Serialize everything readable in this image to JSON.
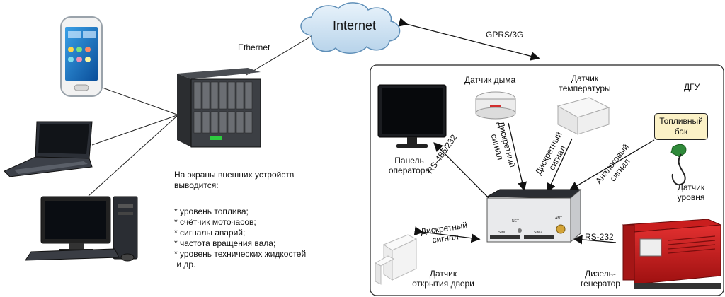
{
  "cloud": {
    "label": "Internet"
  },
  "links": {
    "ethernet": "Ethernet",
    "gprs": "GPRS/3G",
    "rs485": "RS-485/232",
    "rs232": "RS-232"
  },
  "devices": {
    "display_header": [
      "На экраны внешних устройств",
      "выводится:"
    ],
    "display_items": [
      "* уровень топлива;",
      "* счётчик моточасов;",
      "* сигналы аварий;",
      "* частота вращения вала;",
      "* уровень технических жидкостей",
      " и др."
    ]
  },
  "site": {
    "dgu": "ДГУ",
    "panel": [
      "Панель",
      "оператора"
    ],
    "smoke": "Датчик дыма",
    "temperature": [
      "Датчик",
      "температуры"
    ],
    "tank": [
      "Топливный",
      "бак"
    ],
    "level_sensor": [
      "Датчик",
      "уровня"
    ],
    "door_sensor": [
      "Датчик",
      "открытия двери"
    ],
    "generator": [
      "Дизель-",
      "генератор"
    ],
    "discrete_smoke": [
      "Дискретный",
      "сигнал"
    ],
    "discrete_temp": [
      "Дискретный",
      "сигнал"
    ],
    "analog": [
      "Аналоговый",
      "сигнал"
    ],
    "discrete_door": [
      "Дискретный",
      "сигнал"
    ],
    "controller": {
      "net": "NET",
      "ant": "ANT",
      "sim1": "SIM1",
      "sim2": "SIM2"
    }
  }
}
